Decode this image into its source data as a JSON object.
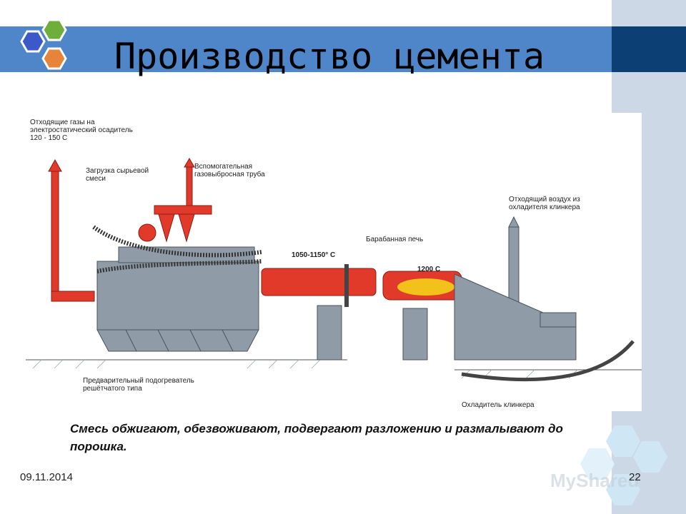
{
  "slide": {
    "title": "Производство цемента",
    "caption": "Смесь  обжигают, обезвоживают, подвергают разложению и размалывают до порошка.",
    "date": "09.11.2014",
    "page_number": "22",
    "watermark": "MyShared"
  },
  "diagram": {
    "labels": {
      "exhaust_gases": "Отходящие газы на\nэлектростатический осадитель\n120 - 150 С",
      "raw_mix_loading": "Загрузка сырьевой\nсмеси",
      "aux_gas_pipe": "Вспомогательная\nгазовыбросная труба",
      "rotary_kiln": "Барабанная печь",
      "cooler_exhaust_air": "Отходящий воздух из\nохладителя клинкера",
      "temp_kiln_inlet": "1050-1150° С",
      "temp_kiln_zone": "1200 С",
      "grate_preheater": "Предварительный подогреватель\nрешётчатого типа",
      "clinker_cooler": "Охладитель клинкера"
    }
  },
  "colors": {
    "title_bar": "#4f86c9",
    "title_bar_dark": "#0c3f73",
    "right_strip": "#cdd8e6",
    "equipment_red": "#e23a2a",
    "equipment_gray": "#8f9ba6",
    "flame_yellow": "#f2c21b",
    "hex_blue": "#3c59c9",
    "hex_green": "#6fae3a",
    "hex_orange": "#e8843a"
  },
  "icons": [
    "hexagon-logo-icon",
    "hexagon-decoration-icon"
  ]
}
